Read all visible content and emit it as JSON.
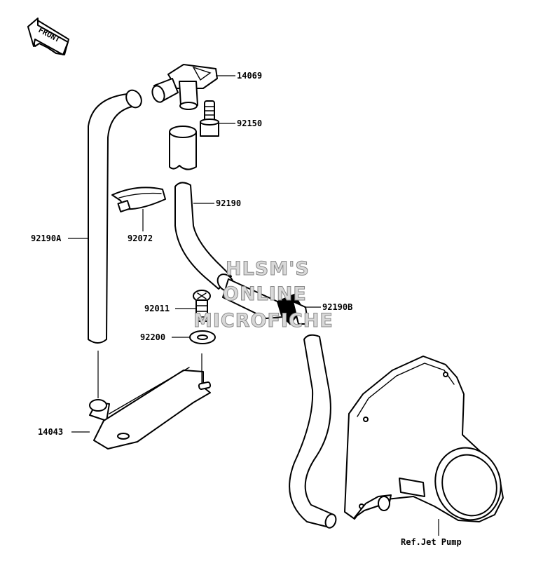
{
  "diagram": {
    "front_label": "FRONT",
    "watermark": [
      "HLSM'S",
      "ONLINE",
      "MICROFICHE"
    ],
    "callouts": {
      "p14069": "14069",
      "p92150": "92150",
      "p92190": "92190",
      "p92190A": "92190A",
      "p92072": "92072",
      "p92011": "92011",
      "p92190B": "92190B",
      "p92200": "92200",
      "p14043": "14043",
      "jet_pump": "Ref.Jet Pump"
    }
  }
}
